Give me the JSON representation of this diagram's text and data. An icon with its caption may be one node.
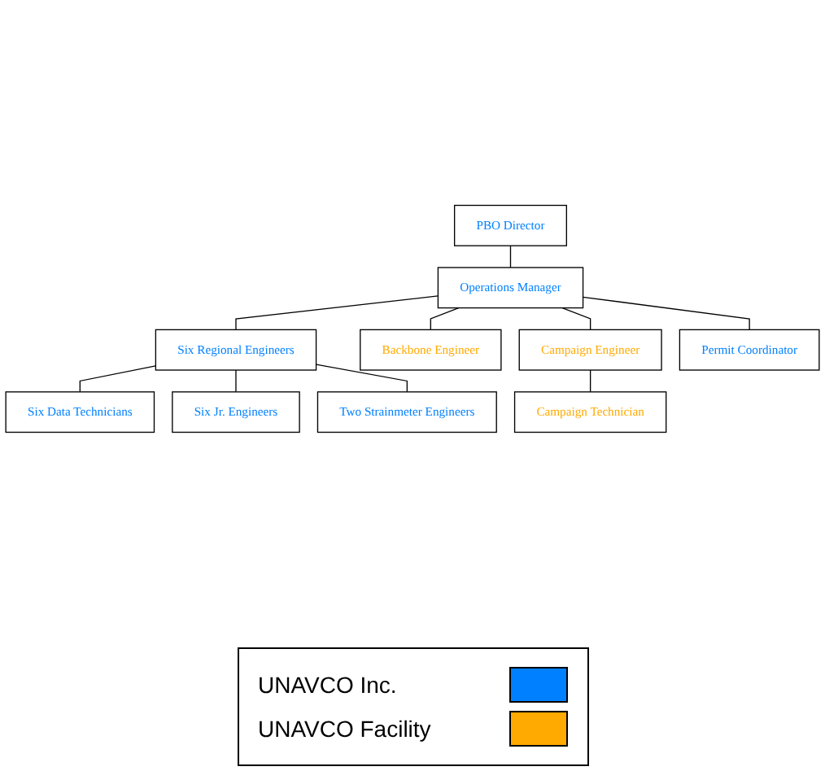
{
  "diagram": {
    "nodes": [
      {
        "text": [
          "PBO Director"
        ]
      },
      {
        "text": [
          "Operations Manager"
        ]
      },
      {
        "text": [
          "Six Regional Engineers"
        ]
      },
      {
        "text": [
          "Backbone Engineer"
        ]
      },
      {
        "text": [
          "Six Data Technicians"
        ]
      },
      {
        "text": [
          "Six Jr. Engineers"
        ]
      },
      {
        "text": [
          "Campaign Engineer"
        ]
      },
      {
        "text": [
          "Two Strainmeter Engineers"
        ]
      },
      {
        "text": [
          "Campaign Technician"
        ]
      },
      {
        "text": [
          "Permit Coordinator"
        ]
      }
    ],
    "edges": [
      {
        "from": 0,
        "to": 1,
        "arrow": "none"
      },
      {
        "from": 1,
        "to": 2,
        "arrow": "none"
      },
      {
        "from": 1,
        "to": 3,
        "arrow": "none"
      },
      {
        "from": 1,
        "to": 6,
        "arrow": "none"
      },
      {
        "from": 1,
        "to": 9,
        "arrow": "none"
      },
      {
        "from": 2,
        "to": 4,
        "arrow": "none"
      },
      {
        "from": 2,
        "to": 5,
        "arrow": "none"
      },
      {
        "from": 2,
        "to": 7,
        "arrow": "none"
      },
      {
        "from": 6,
        "to": 8,
        "arrow": "none"
      }
    ],
    "legend": [
      {
        "text": "UNAVCO Inc.",
        "color": "#0080ff"
      },
      {
        "text": "UNAVCO Facility",
        "color": "#ffaa00"
      }
    ]
  }
}
